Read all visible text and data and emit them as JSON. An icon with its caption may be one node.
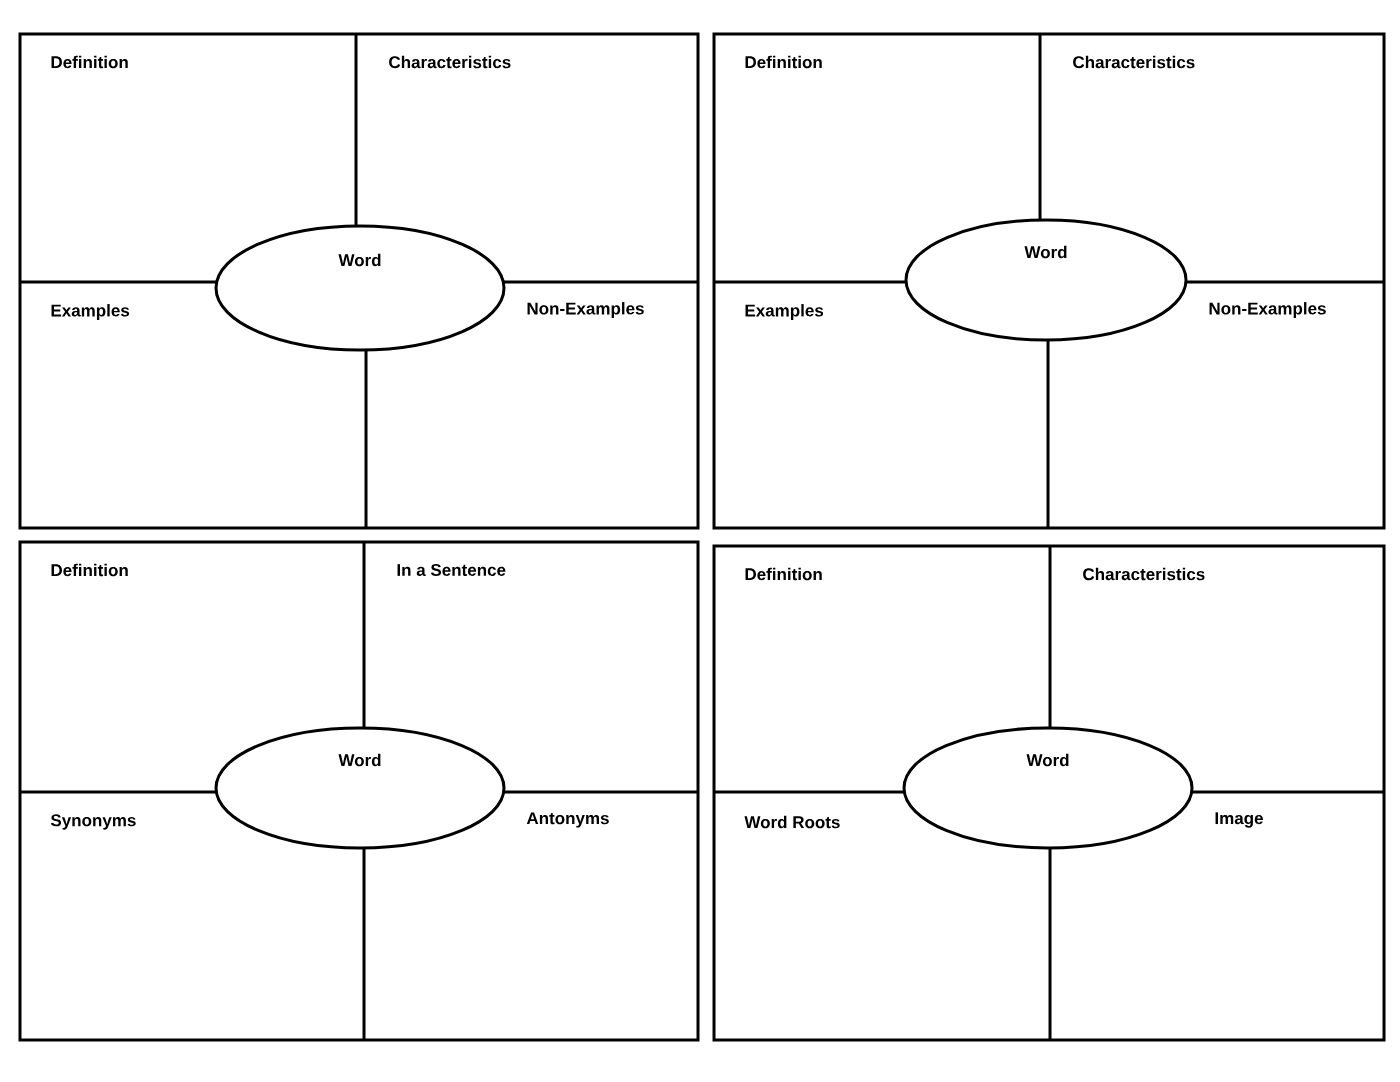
{
  "diagram": {
    "nodes": [
      {
        "text": [
          "Definition",
          "Characteristics",
          "Examples",
          "Non-Examples"
        ]
      },
      {
        "text": [
          "Word"
        ],
        "in": 0
      },
      {
        "text": [
          "Definition",
          "Characteristics",
          "Examples",
          "Non-Examples"
        ]
      },
      {
        "text": [
          "Word"
        ],
        "in": 2
      },
      {
        "text": [
          "Definition",
          "In a Sentence",
          "Synonyms",
          "Antonyms"
        ]
      },
      {
        "text": [
          "Word"
        ],
        "in": 4
      },
      {
        "text": [
          "Definition",
          "Characteristics",
          "Word Roots",
          "Image"
        ]
      },
      {
        "text": [
          "Word"
        ],
        "in": 6
      }
    ],
    "edges": []
  }
}
